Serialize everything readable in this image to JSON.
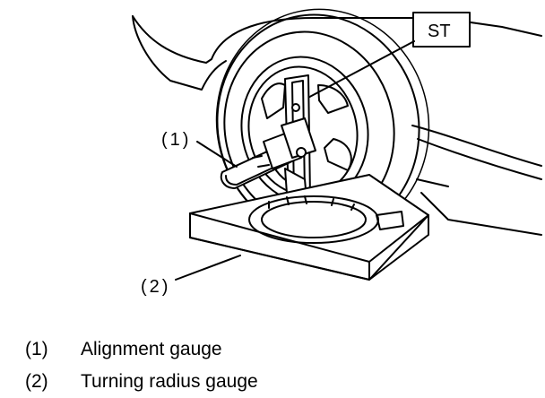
{
  "diagram": {
    "st_label": "ST",
    "callouts": [
      {
        "id": "1",
        "text": "(1)"
      },
      {
        "id": "2",
        "text": "(2)"
      }
    ]
  },
  "legend": [
    {
      "num": "(1)",
      "label": "Alignment gauge"
    },
    {
      "num": "(2)",
      "label": "Turning radius gauge"
    }
  ]
}
